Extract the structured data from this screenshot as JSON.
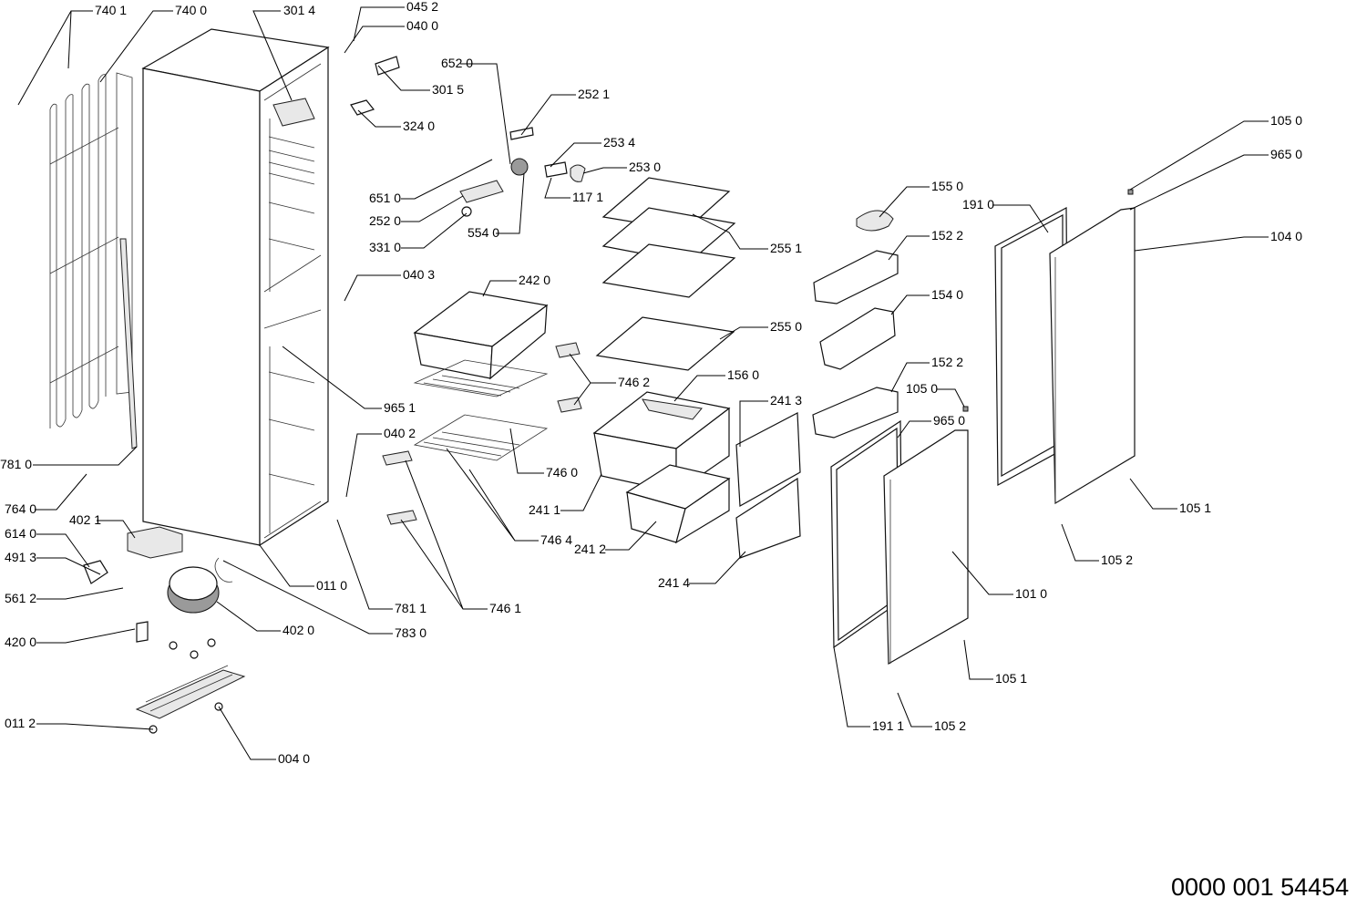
{
  "document_number": "0000 001 54454",
  "callouts": [
    {
      "id": "c7401",
      "label": "740 1"
    },
    {
      "id": "c7400",
      "label": "740 0"
    },
    {
      "id": "c3014",
      "label": "301 4"
    },
    {
      "id": "c0452",
      "label": "045 2"
    },
    {
      "id": "c0400",
      "label": "040 0"
    },
    {
      "id": "c6520",
      "label": "652 0"
    },
    {
      "id": "c3015",
      "label": "301 5"
    },
    {
      "id": "c2521",
      "label": "252 1"
    },
    {
      "id": "c3240",
      "label": "324 0"
    },
    {
      "id": "c2534",
      "label": "253 4"
    },
    {
      "id": "c2530",
      "label": "253 0"
    },
    {
      "id": "c6510",
      "label": "651 0"
    },
    {
      "id": "c1171",
      "label": "117 1"
    },
    {
      "id": "c2520",
      "label": "252 0"
    },
    {
      "id": "c5540",
      "label": "554 0"
    },
    {
      "id": "c3310",
      "label": "331 0"
    },
    {
      "id": "c2551",
      "label": "255 1"
    },
    {
      "id": "c0403",
      "label": "040 3"
    },
    {
      "id": "c2420",
      "label": "242 0"
    },
    {
      "id": "c2550",
      "label": "255 0"
    },
    {
      "id": "c7462",
      "label": "746 2"
    },
    {
      "id": "c1560",
      "label": "156 0"
    },
    {
      "id": "c2413",
      "label": "241 3"
    },
    {
      "id": "c9651",
      "label": "965 1"
    },
    {
      "id": "c0402",
      "label": "040 2"
    },
    {
      "id": "c7460",
      "label": "746 0"
    },
    {
      "id": "c2411",
      "label": "241 1"
    },
    {
      "id": "c7810",
      "label": "781 0"
    },
    {
      "id": "c7640",
      "label": "764 0"
    },
    {
      "id": "c4021",
      "label": "402 1"
    },
    {
      "id": "c6140",
      "label": "614 0"
    },
    {
      "id": "c4913",
      "label": "491 3"
    },
    {
      "id": "c7464",
      "label": "746 4"
    },
    {
      "id": "c2412",
      "label": "241 2"
    },
    {
      "id": "c2414",
      "label": "241 4"
    },
    {
      "id": "c0110",
      "label": "011 0"
    },
    {
      "id": "c5612",
      "label": "561 2"
    },
    {
      "id": "c7811",
      "label": "781 1"
    },
    {
      "id": "c7461",
      "label": "746 1"
    },
    {
      "id": "c4020",
      "label": "402 0"
    },
    {
      "id": "c7830",
      "label": "783 0"
    },
    {
      "id": "c4200",
      "label": "420 0"
    },
    {
      "id": "c0112",
      "label": "011 2"
    },
    {
      "id": "c0040",
      "label": "004 0"
    },
    {
      "id": "c1550",
      "label": "155 0"
    },
    {
      "id": "c1910",
      "label": "191 0"
    },
    {
      "id": "c1522a",
      "label": "152 2"
    },
    {
      "id": "c1540",
      "label": "154 0"
    },
    {
      "id": "c1522b",
      "label": "152 2"
    },
    {
      "id": "c1050b",
      "label": "105 0"
    },
    {
      "id": "c9650b",
      "label": "965 0"
    },
    {
      "id": "c1050a",
      "label": "105 0"
    },
    {
      "id": "c9650a",
      "label": "965 0"
    },
    {
      "id": "c1040",
      "label": "104 0"
    },
    {
      "id": "c1051a",
      "label": "105 1"
    },
    {
      "id": "c1052a",
      "label": "105 2"
    },
    {
      "id": "c1010",
      "label": "101 0"
    },
    {
      "id": "c1051b",
      "label": "105 1"
    },
    {
      "id": "c1911",
      "label": "191 1"
    },
    {
      "id": "c1052b",
      "label": "105 2"
    }
  ]
}
